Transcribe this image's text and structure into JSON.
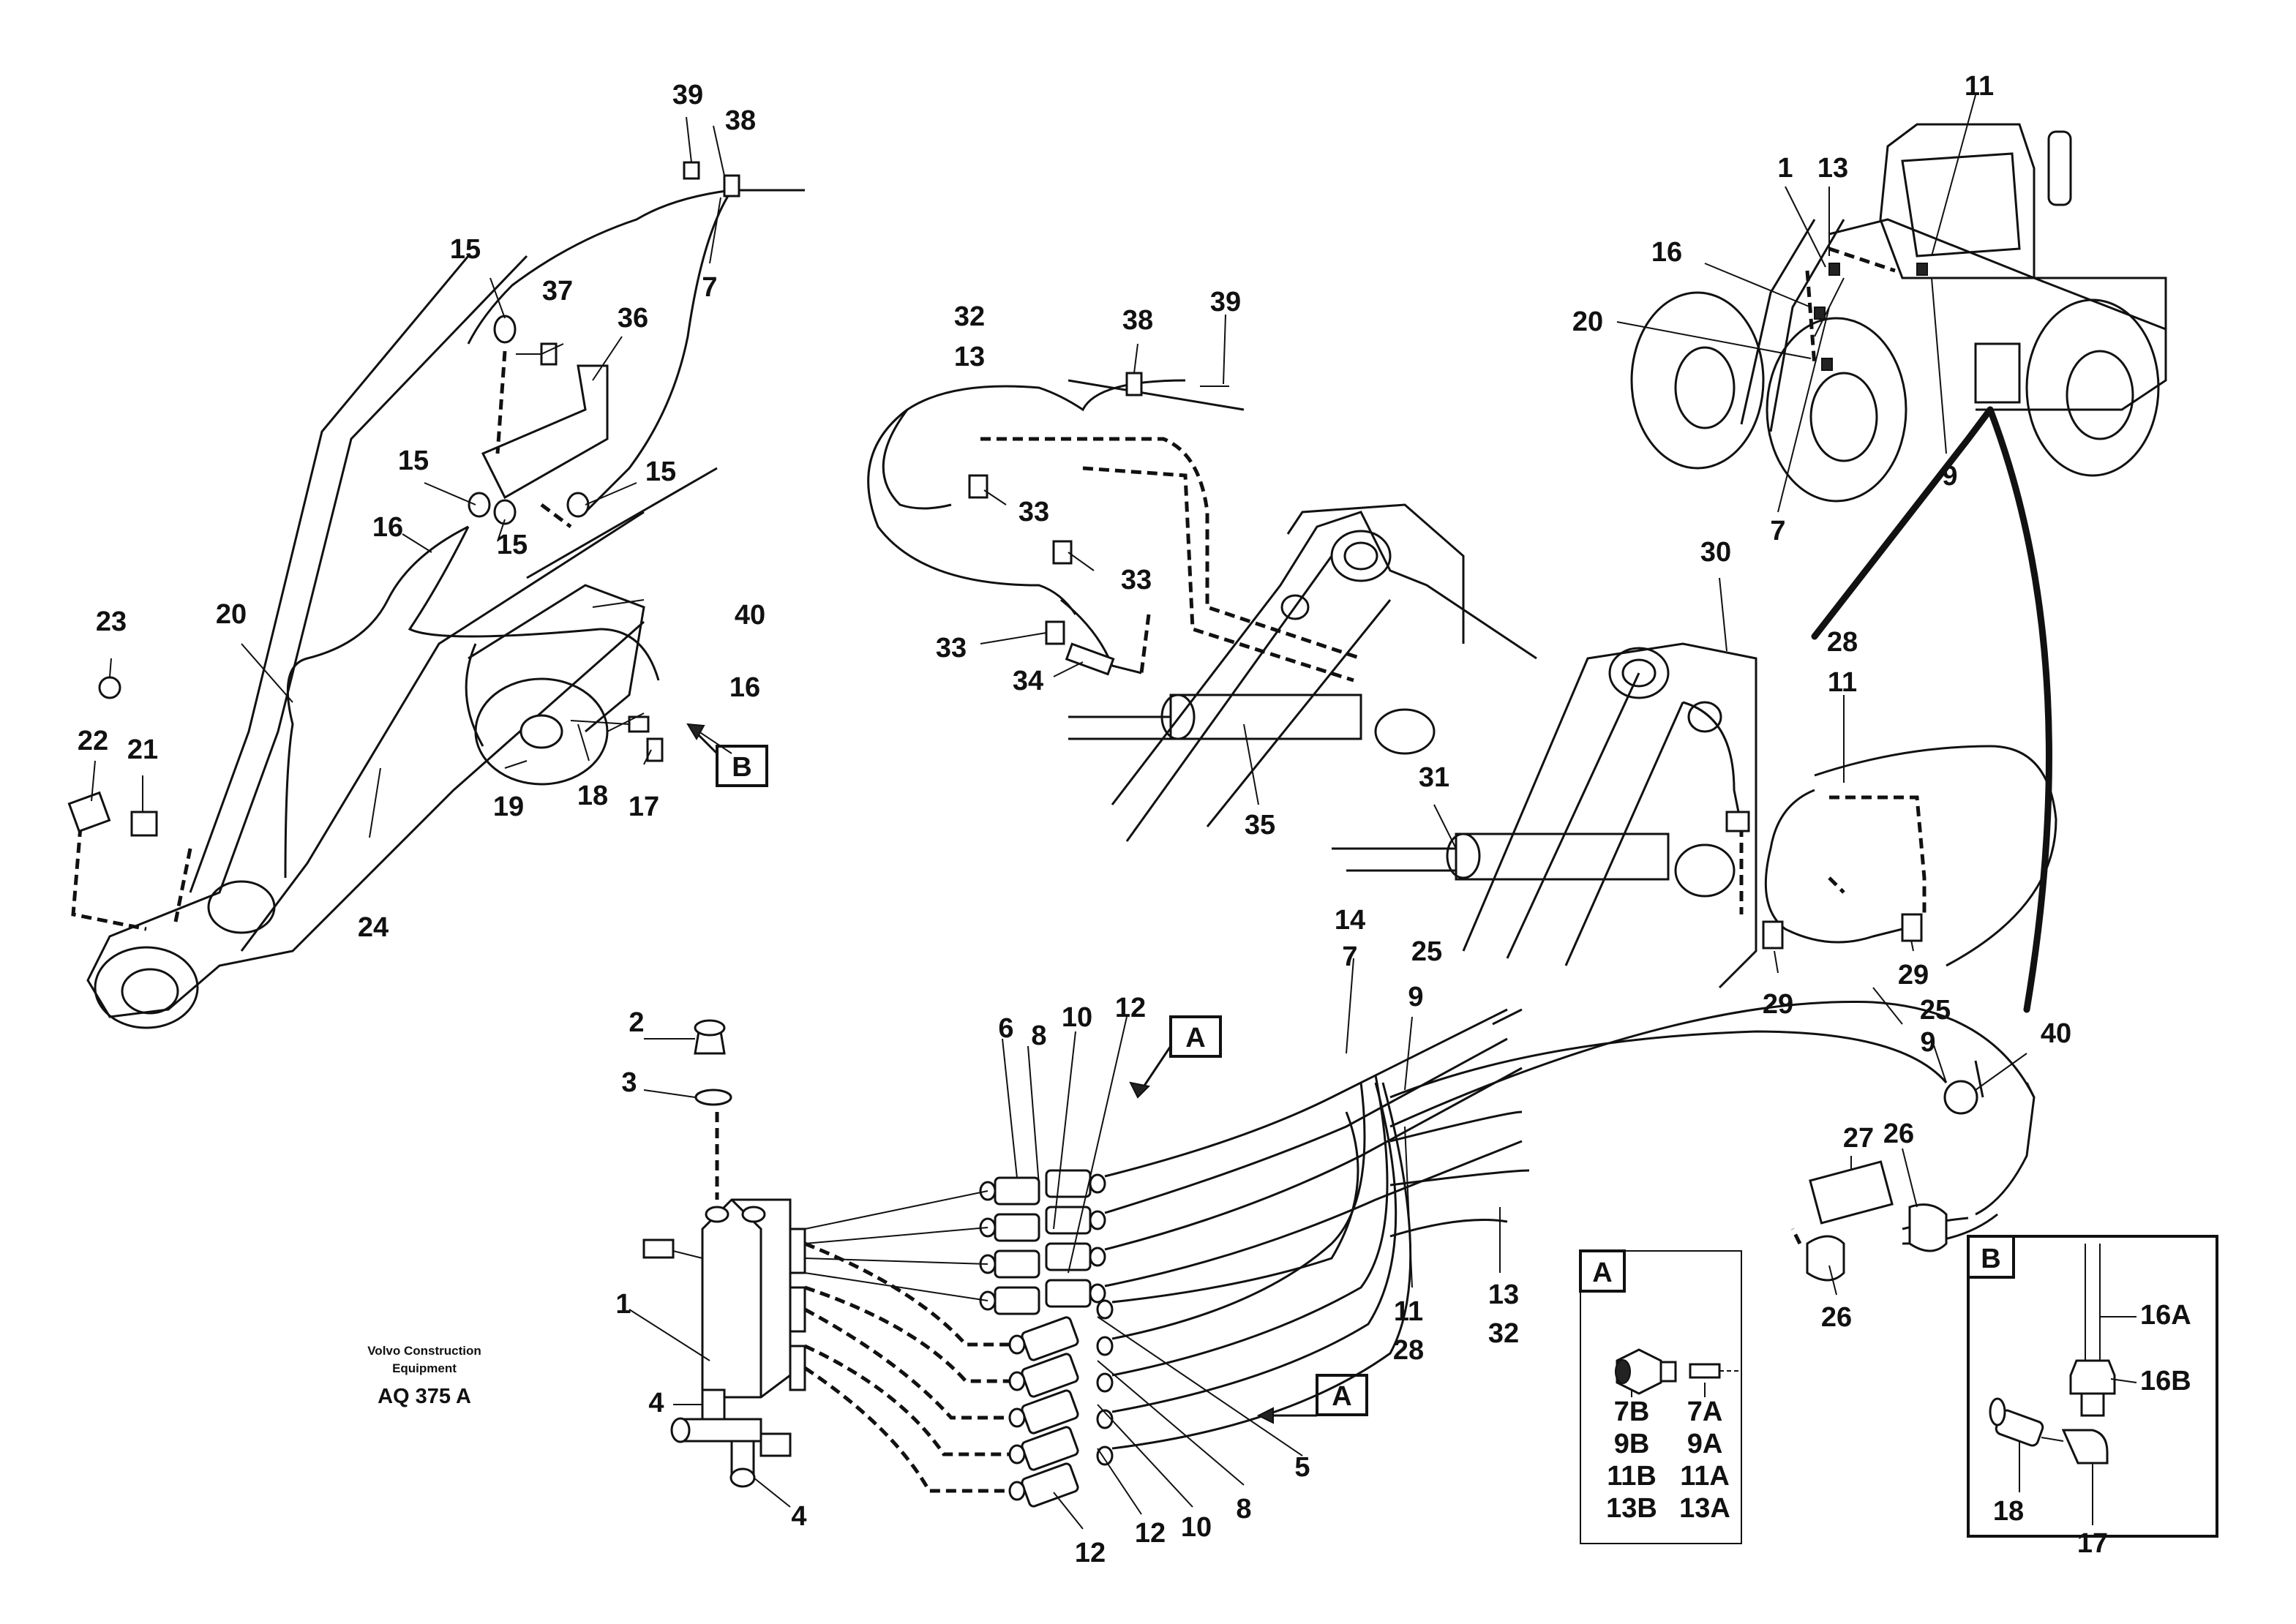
{
  "footer": {
    "brand_line1": "Volvo Construction",
    "brand_line2": "Equipment",
    "ref_code": "AQ 375 A"
  },
  "detail_a": {
    "title": "A",
    "left_labels": [
      "7B",
      "9B",
      "11B",
      "13B"
    ],
    "right_labels": [
      "7A",
      "9A",
      "11A",
      "13A"
    ]
  },
  "detail_b": {
    "title": "B",
    "labels": [
      "16A",
      "16B",
      "18",
      "17"
    ]
  },
  "callout_a_1": "A",
  "callout_a_2": "A",
  "callout_b": "B",
  "callouts": {
    "c39a": "39",
    "c38a": "38",
    "c7a": "7",
    "c15a": "15",
    "c37": "37",
    "c36": "36",
    "c15b": "15",
    "c15c": "15",
    "c15d": "15",
    "c16a": "16",
    "c20a": "20",
    "c40a": "40",
    "c23": "23",
    "c16b": "16",
    "c22": "22",
    "c21": "21",
    "c19": "19",
    "c18a": "18",
    "c17a": "17",
    "c24": "24",
    "c32a": "32",
    "c13a": "13",
    "c38b": "38",
    "c39b": "39",
    "c33a": "33",
    "c33b": "33",
    "c33c": "33",
    "c34": "34",
    "c35": "35",
    "c31": "31",
    "c11a": "11",
    "c1a": "1",
    "c13b": "13",
    "c16c": "16",
    "c20b": "20",
    "c7b": "7",
    "c9a": "9",
    "c30": "30",
    "c28a": "28",
    "c11b": "11",
    "c29a": "29",
    "c29b": "29",
    "c14": "14",
    "c7c": "7",
    "c25a": "25",
    "c9b": "9",
    "c25b": "25",
    "c9c": "9",
    "c40b": "40",
    "c2": "2",
    "c3": "3",
    "c6": "6",
    "c8a": "8",
    "c10a": "10",
    "c12a": "12",
    "c1b": "1",
    "c4a": "4",
    "c4b": "4",
    "c5": "5",
    "c8b": "8",
    "c10b": "10",
    "c12b": "12",
    "c12c": "12",
    "c11c": "11",
    "c28b": "28",
    "c13c": "13",
    "c32b": "32",
    "c27": "27",
    "c26a": "26",
    "c26b": "26"
  }
}
